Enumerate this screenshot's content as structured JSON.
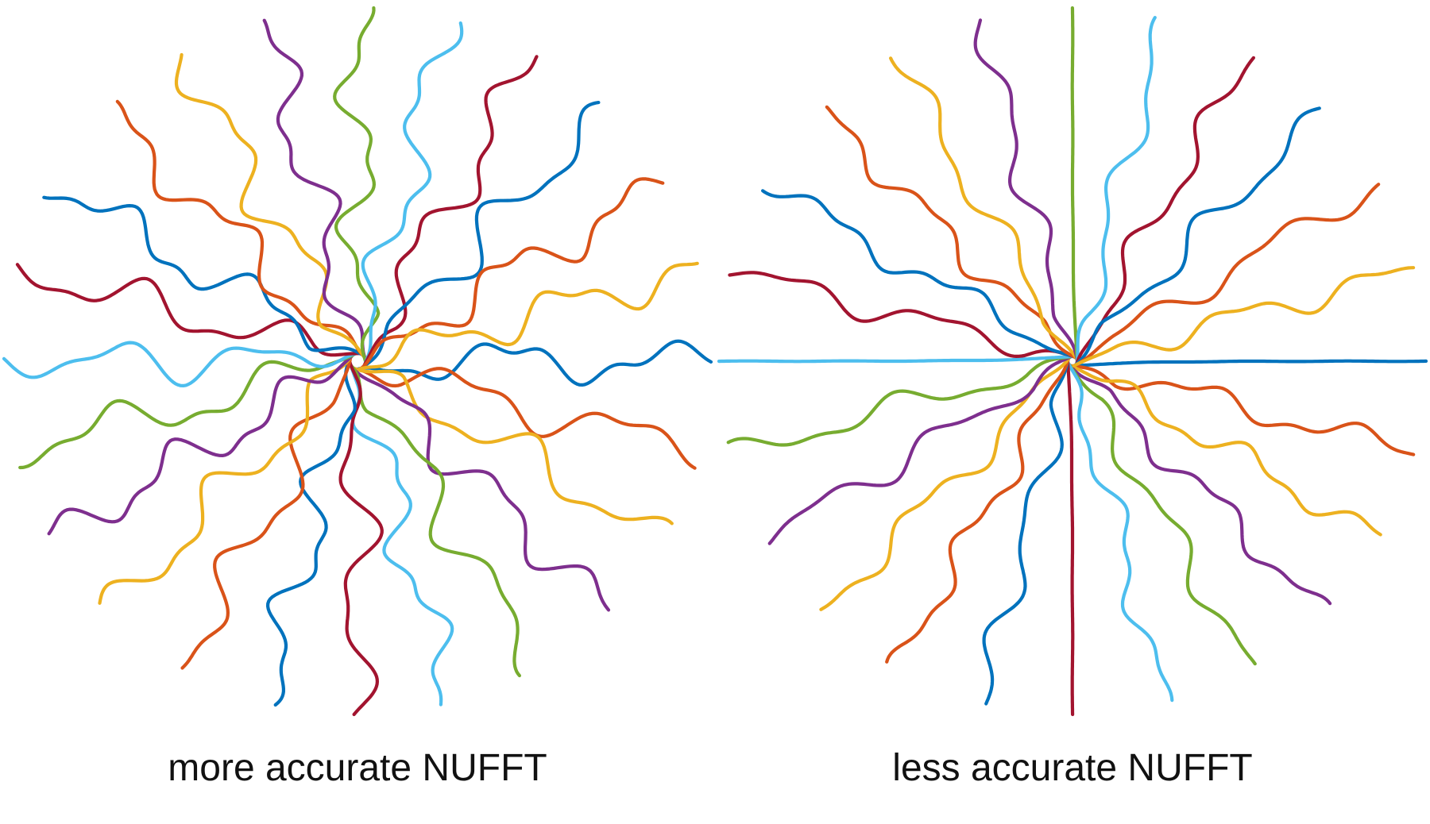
{
  "panels": [
    {
      "caption": "more accurate NUFFT",
      "variant": "more-accurate",
      "spoke_count": 24,
      "wiggle": "high"
    },
    {
      "caption": "less accurate NUFFT",
      "variant": "less-accurate",
      "spoke_count": 24,
      "wiggle": "low"
    }
  ],
  "palette": [
    "#0072BD",
    "#D95319",
    "#EDB120",
    "#7E2F8E",
    "#77AC30",
    "#4DBEEE",
    "#A2142F"
  ]
}
